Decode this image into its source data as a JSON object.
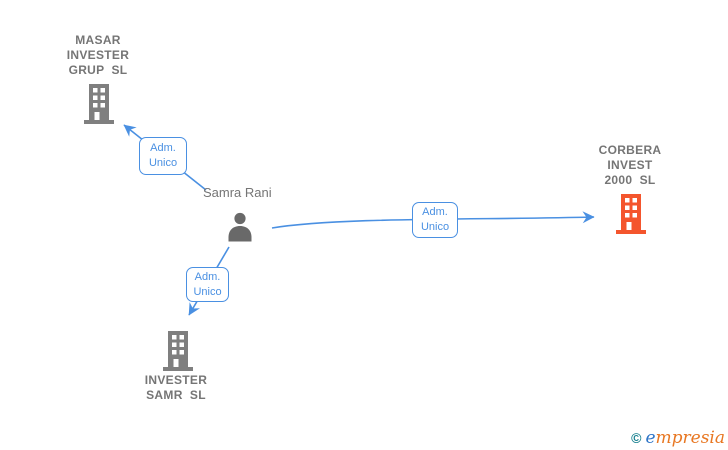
{
  "colors": {
    "edge_blue": "#4a90e2",
    "company_gray": "#7f7f7f",
    "company_orange": "#f4552d",
    "text_gray": "#757575",
    "logo_teal": "#17808f",
    "logo_blue": "#2e75c8",
    "logo_orange": "#e87722"
  },
  "diagram": {
    "nodes": {
      "masar": {
        "label": "MASAR\nINVESTER\nGRUP  SL"
      },
      "corbera": {
        "label": "CORBERA\nINVEST\n2000  SL"
      },
      "invester_samr": {
        "label": "INVESTER\nSAMR  SL"
      },
      "person": {
        "label": "Samra Rani"
      }
    },
    "edges": {
      "person_to_masar": {
        "label": "Adm.\nUnico"
      },
      "person_to_corbera": {
        "label": "Adm.\nUnico"
      },
      "person_to_invester": {
        "label": "Adm.\nUnico"
      }
    }
  },
  "footer": {
    "copyright_symbol": "©",
    "brand_first_letter": "e",
    "brand_rest": "mpresia"
  }
}
